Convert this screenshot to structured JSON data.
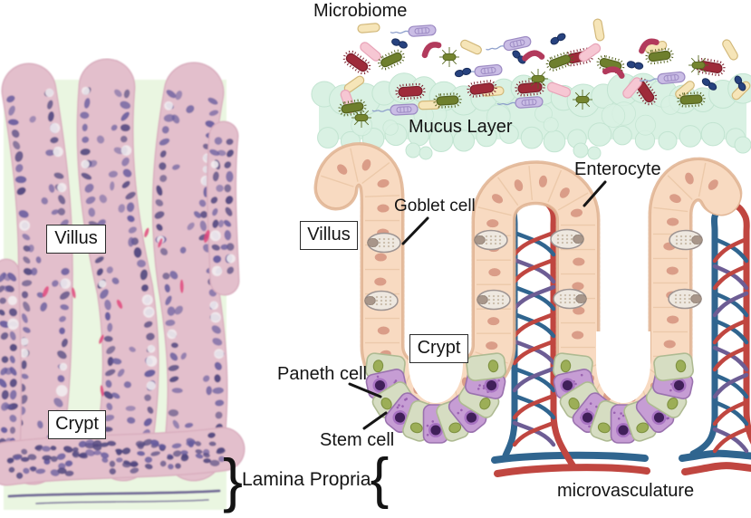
{
  "figure": {
    "histology_panel": {
      "villus_label": "Villus",
      "crypt_label": "Crypt"
    },
    "diagram": {
      "microbiome_label": "Microbiome",
      "mucus_layer_label": "Mucus Layer",
      "villus_label": "Villus",
      "crypt_label": "Crypt",
      "goblet_cell_label": "Goblet cell",
      "enterocyte_label": "Enterocyte",
      "paneth_cell_label": "Paneth cell",
      "stem_cell_label": "Stem cell",
      "lamina_propria_label": "Lamina Propria",
      "microvasculature_label": "microvasculature",
      "brace_open": "{",
      "brace_close": "}"
    },
    "colors": {
      "enterocyte_fill": "#f8dac1",
      "enterocyte_border": "#e2b797",
      "enterocyte_tick": "#ecc9a9",
      "enterocyte_nucleus": "#d89a85",
      "goblet_fill": "#eee8e0",
      "goblet_border": "#9e9492",
      "goblet_dots": "#c9bcaa",
      "goblet_nucleus": "#a8968a",
      "stem_cell_fill": "#d6ddc2",
      "stem_cell_border": "#aeba92",
      "stem_cell_nucleus": "#9cae57",
      "paneth_cell_fill": "#c69dd4",
      "paneth_cell_border": "#9a72ae",
      "paneth_cell_nucleus": "#411f5a",
      "paneth_speckle": "#8e54a8",
      "vein_blue": "#30658f",
      "artery_red": "#c04640",
      "vessel_purple": "#6d5d94",
      "mucus_fill": "#d9f1e3",
      "mucus_edge": "#c2e4d1",
      "label_text": "#141414",
      "pointer_line": "#151515",
      "histology": {
        "lumen": "#eaf6e1",
        "tissue": "#e3bfcc",
        "tissue_edge": "#d9adbe",
        "nucleus": "#655a9d",
        "nucleus_alt": "#51477f",
        "goblet_white": "#f1ecef",
        "eosin_accent": "#e0487e",
        "muscle_streak": "#5d5089"
      }
    },
    "bacteria_types": [
      {
        "id": "rod-cream",
        "fill": "#f6e5b8",
        "stroke": "#d2b87a"
      },
      {
        "id": "rod-dark-red-spiky",
        "fill": "#9e2b3a",
        "stroke": "#7c1f2c"
      },
      {
        "id": "rod-pink",
        "fill": "#f6c7d3",
        "stroke": "#e8a4b8"
      },
      {
        "id": "rod-olive-spiky",
        "fill": "#6e7f2d",
        "stroke": "#55631f"
      },
      {
        "id": "rod-lavender-flagellated",
        "fill": "#cabde5",
        "stroke": "#9c8ac3"
      },
      {
        "id": "coccus-blue-pair",
        "fill": "#27427f",
        "stroke": "#1a2e5c"
      },
      {
        "id": "vibrio-crimson",
        "fill": "#b23a5c",
        "stroke": "#8e2b47"
      },
      {
        "id": "rod-green-flagellated",
        "fill": "#75852f",
        "stroke": "#596922"
      }
    ]
  }
}
